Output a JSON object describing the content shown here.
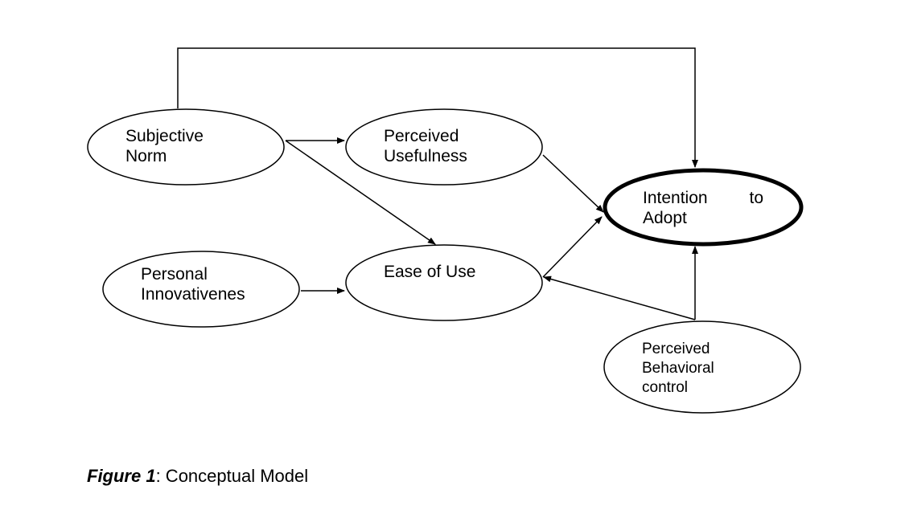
{
  "nodes": {
    "subjective_norm": {
      "line1": "Subjective",
      "line2": "Norm"
    },
    "perceived_usefulness": {
      "line1": "Perceived",
      "line2": "Usefulness"
    },
    "intention_to_adopt": {
      "line1a": "Intention",
      "line1b": "to",
      "line2": "Adopt"
    },
    "personal_innovativeness": {
      "line1": "Personal",
      "line2": "Innovativenes"
    },
    "ease_of_use": {
      "line1": "Ease of Use"
    },
    "perceived_behavioral_control": {
      "line1": "Perceived",
      "line2": "Behavioral",
      "line3": "control"
    }
  },
  "caption": {
    "figure_label": "Figure 1",
    "text": ": Conceptual Model"
  }
}
